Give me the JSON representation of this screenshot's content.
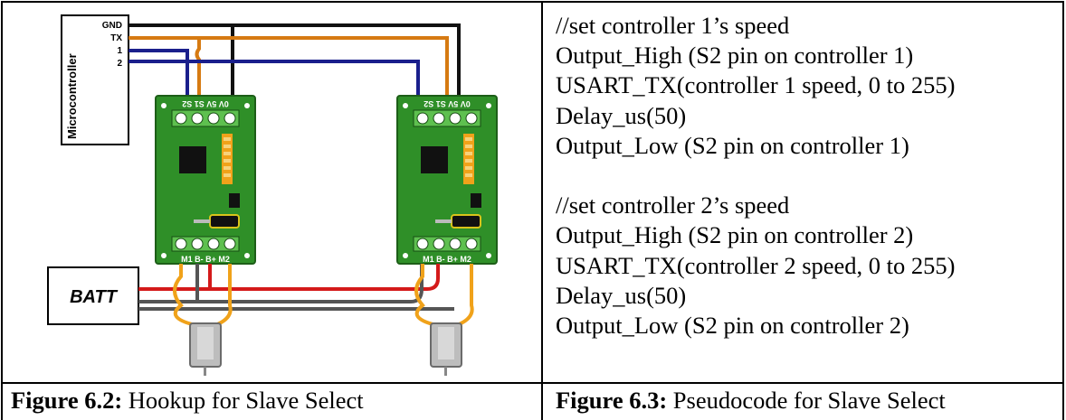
{
  "diagram": {
    "microcontroller_label": "Microcontroller",
    "pins": [
      "GND",
      "TX",
      "1",
      "2"
    ],
    "board_top_pins": "0V 5V S1 S2",
    "board_bottom_pins": "M1 B- B+ M2",
    "battery_label": "BATT",
    "colors": {
      "board": "#2f8f28",
      "wire_gnd": "#111111",
      "wire_tx": "#d67a12",
      "wire_s1": "#1a1f8c",
      "wire_batt_pos": "#d41a1a",
      "wire_batt_neg": "#555555",
      "wire_motor": "#f0a21a"
    }
  },
  "pseudocode": {
    "lines": [
      "//set controller 1’s speed",
      "Output_High (S2 pin on controller 1)",
      "USART_TX(controller 1 speed, 0 to 255)",
      "Delay_us(50)",
      "Output_Low (S2 pin on controller 1)",
      "",
      "//set controller 2’s speed",
      "Output_High (S2 pin on controller 2)",
      "USART_TX(controller 2 speed, 0 to 255)",
      "Delay_us(50)",
      "Output_Low (S2 pin on controller 2)"
    ]
  },
  "captions": {
    "left_bold": "Figure 6.2:",
    "left_text": " Hookup for Slave Select",
    "right_bold": "Figure 6.3:",
    "right_text": " Pseudocode for Slave Select"
  }
}
